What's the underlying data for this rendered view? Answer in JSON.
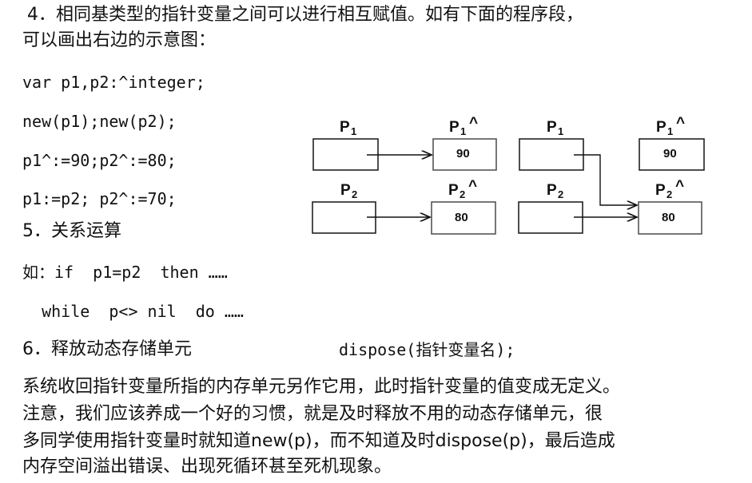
{
  "text": {
    "intro_line1": "4．相同基类型的指针变量之间可以进行相互赋值。如有下面的程序段，",
    "intro_line2": "可以画出右边的示意图：",
    "code1": "var p1,p2:^integer;",
    "code2": "new(p1);new(p2);",
    "code3": "p1^:=90;p2^:=80;",
    "code4": "p1:=p2; p2^:=70;",
    "section5": "5．关系运算",
    "example_if": "如：if  p1=p2  then ……",
    "example_while": "  while  p<> nil  do ……",
    "section6_title": "6．释放动态存储单元",
    "section6_syntax": "dispose(指针变量名);",
    "para_line1": "系统收回指针变量所指的内存单元另作它用，此时指针变量的值变成无定义。",
    "para_line2": "注意，我们应该养成一个好的习惯，就是及时释放不用的动态存储单元，很",
    "para_line3": "多同学使用指针变量时就知道new(p)，而不知道及时dispose(p)，最后造成",
    "para_line4": "内存空间溢出错误、出现死循环甚至死机现象。"
  },
  "diagram": {
    "label_p": "P",
    "sub_1": "1",
    "sub_2": "2",
    "caret": "^",
    "left_values": {
      "p1_target": "90",
      "p2_target": "80"
    },
    "right_values": {
      "p1_target": "90",
      "p2_target": "80"
    }
  }
}
